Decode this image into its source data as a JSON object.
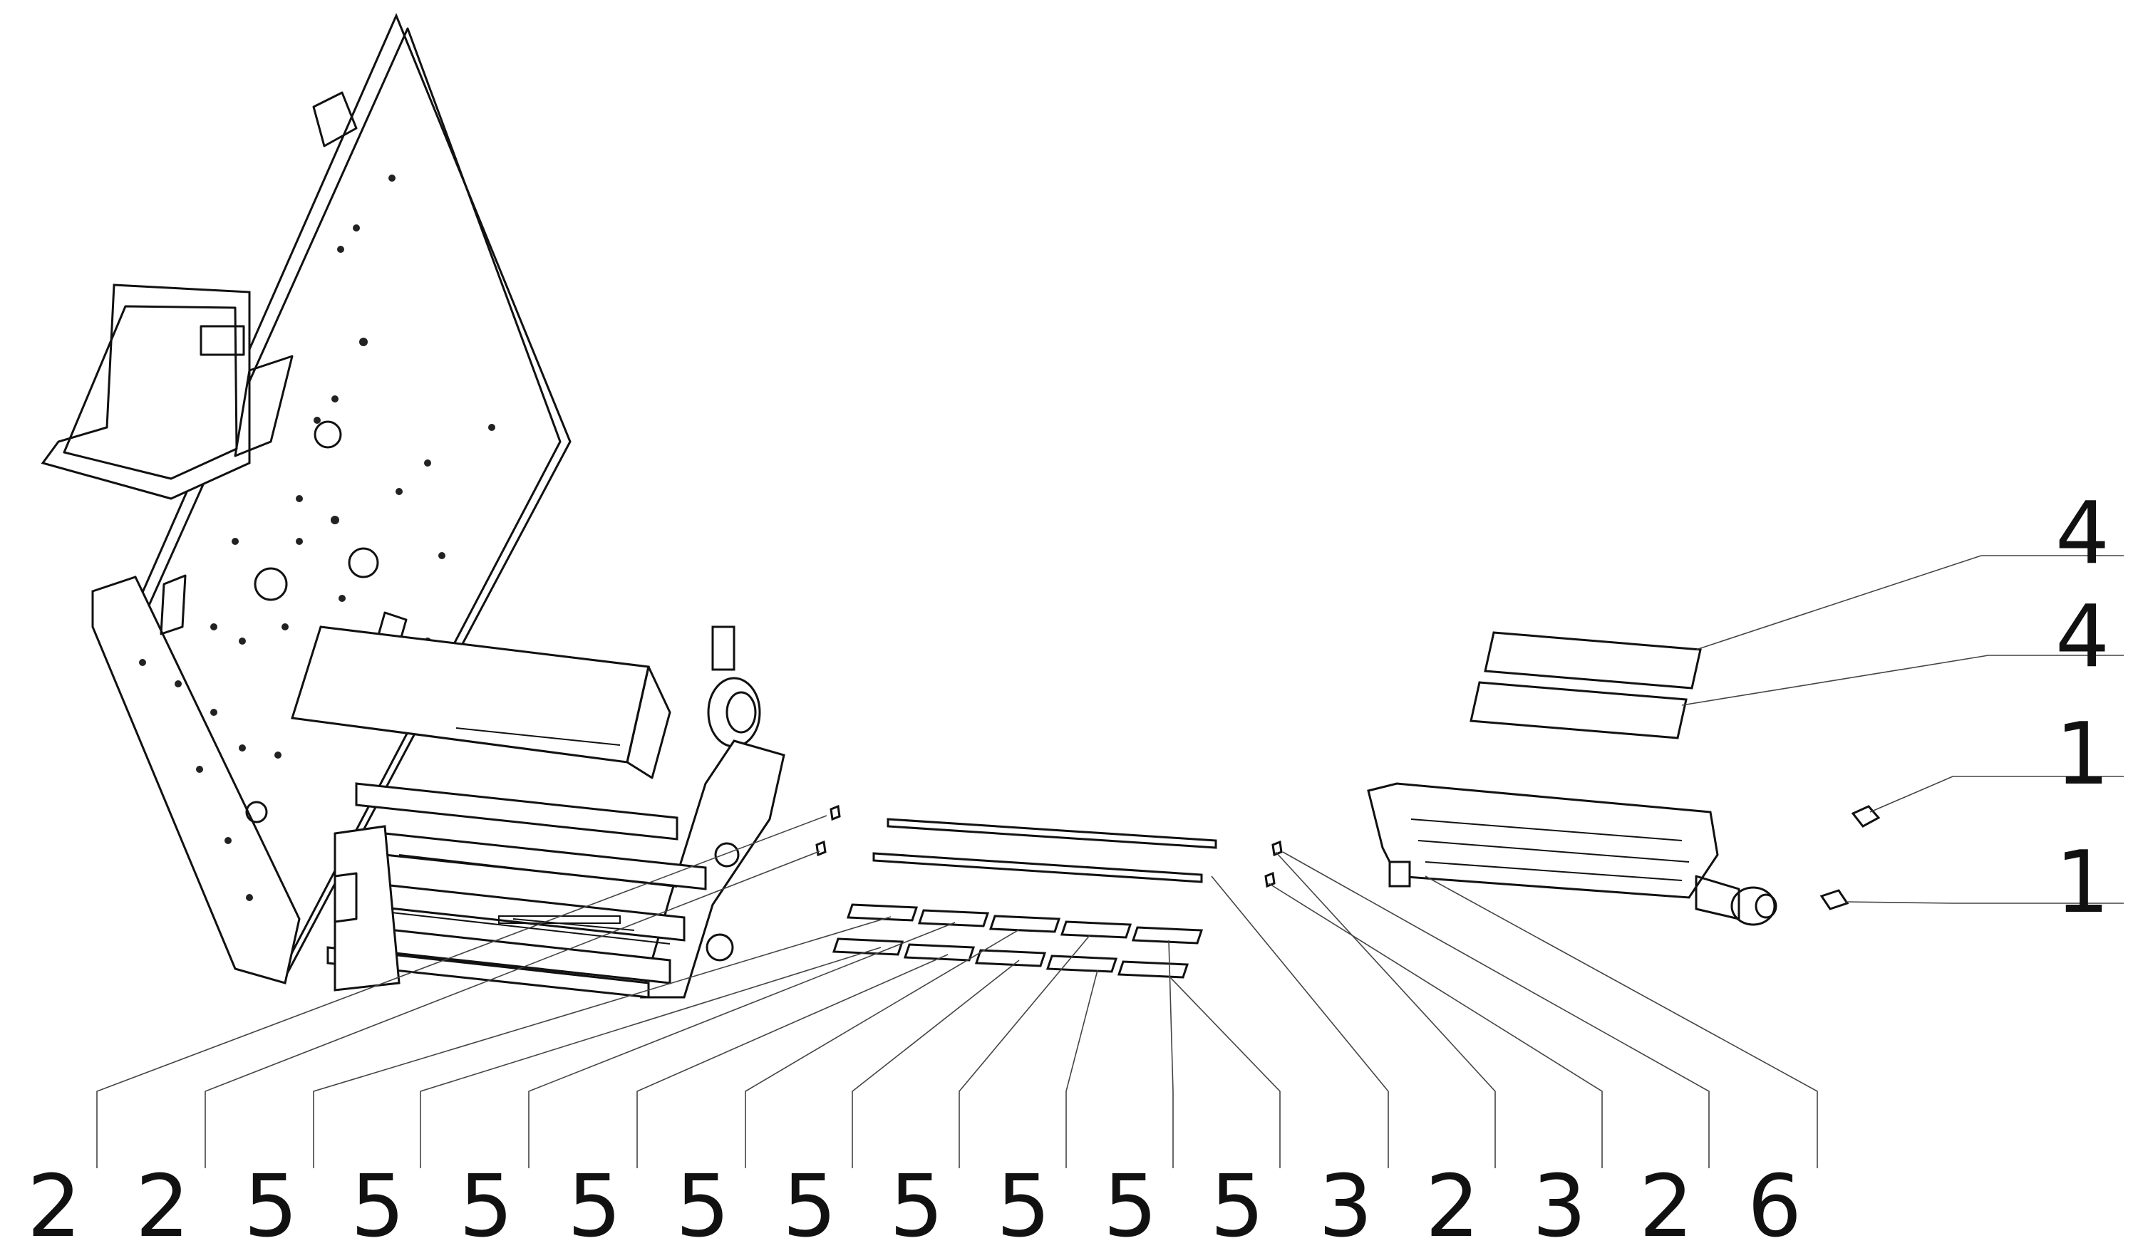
{
  "colors": {
    "line": "#111111",
    "leader": "#444444",
    "background": "#ffffff"
  },
  "callouts": {
    "right": [
      "4",
      "4",
      "1",
      "1"
    ],
    "bottom": [
      "2",
      "2",
      "5",
      "5",
      "5",
      "5",
      "5",
      "5",
      "5",
      "5",
      "5",
      "5",
      "3",
      "2",
      "3",
      "2",
      "6"
    ]
  }
}
